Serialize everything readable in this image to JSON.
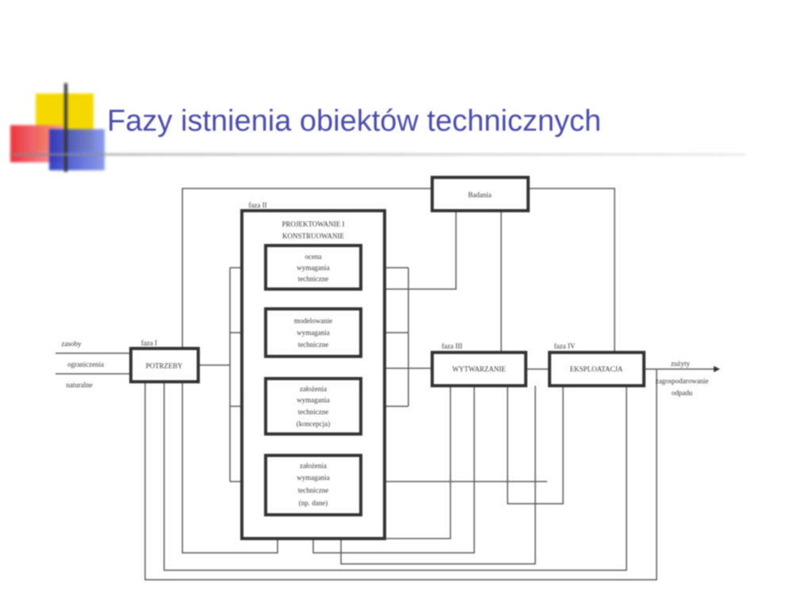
{
  "slide": {
    "title": "Fazy istnienia obiektów technicznych",
    "accent_colors": {
      "yellow": "#f5d800",
      "red": "#e8202a",
      "blue": "#2030c0",
      "title": "#4b4ba8"
    }
  },
  "diagram": {
    "inputs": [
      "zasoby",
      "ograniczenia",
      "naturalne"
    ],
    "phase1": {
      "label": "faza I",
      "box": "POTRZEBY"
    },
    "phase2": {
      "label": "faza II",
      "box_title_1": "PROJEKTOWANIE I",
      "box_title_2": "KONSTRUOWANIE",
      "sub": [
        [
          "ocena",
          "wymagania",
          "techniczne"
        ],
        [
          "modelowanie",
          "wymagania",
          "techniczne"
        ],
        [
          "założenia",
          "wymagania",
          "techniczne",
          "(koncepcja)"
        ],
        [
          "założenia",
          "wymagania",
          "techniczne",
          "(np. dane)"
        ]
      ]
    },
    "research": "Badania",
    "phase3": {
      "label": "faza III",
      "box": "WYTWARZANIE"
    },
    "phase4": {
      "label": "faza IV",
      "box": "EKSPLOATACJA"
    },
    "outputs": [
      "zużyty",
      "zagospodarowanie",
      "odpadu"
    ]
  }
}
